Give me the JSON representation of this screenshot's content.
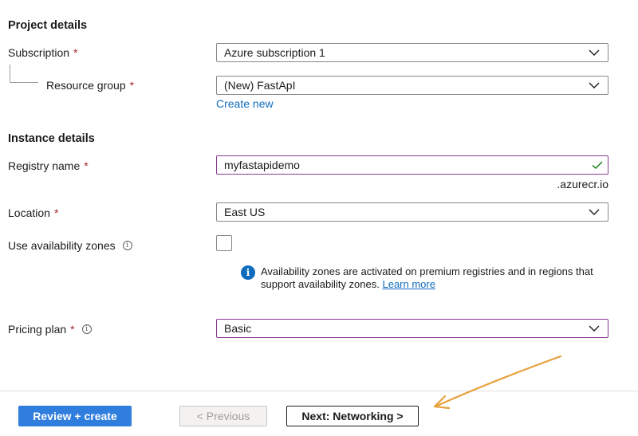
{
  "project": {
    "title": "Project details",
    "subscription_label": "Subscription",
    "subscription_value": "Azure subscription 1",
    "resource_group_label": "Resource group",
    "resource_group_value": "(New) FastApI",
    "create_new": "Create new"
  },
  "instance": {
    "title": "Instance details",
    "registry_label": "Registry name",
    "registry_value": "myfastapidemo",
    "registry_suffix": ".azurecr.io",
    "location_label": "Location",
    "location_value": "East US",
    "zones_label": "Use availability zones",
    "zones_checked": false,
    "zones_info_text": "Availability zones are activated on premium registries and in regions that support availability zones.",
    "zones_learn_more": "Learn more",
    "pricing_label": "Pricing plan",
    "pricing_value": "Basic"
  },
  "required_marker": "*",
  "footer": {
    "review_create": "Review + create",
    "previous": "< Previous",
    "next": "Next: Networking >"
  },
  "colors": {
    "primary": "#2f7ddd",
    "link": "#0f6cbd",
    "required": "#a4262c",
    "focus_border": "#8a3a93",
    "valid_check": "#107c10",
    "annotation_arrow": "#e8a13c"
  },
  "icons": {
    "dropdown": "chevron-down-icon",
    "valid": "checkmark-icon",
    "info": "info-icon"
  }
}
